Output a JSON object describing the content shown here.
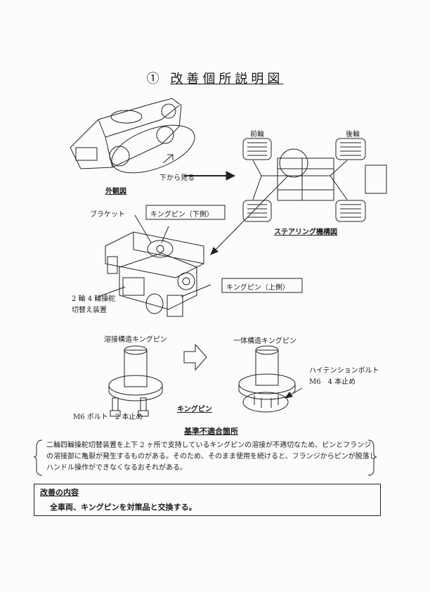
{
  "title": {
    "marker": "①",
    "text": "改善個所説明図"
  },
  "labels": {
    "exterior": "外観図",
    "view_from_below": "下から見る",
    "front_wheel": "前輪",
    "rear_wheel": "後輪",
    "steering_diagram": "ステアリング機構図",
    "bracket": "ブラケット",
    "kingpin_lower": "キングピン（下側）",
    "kingpin_upper": "キングピン（上側）",
    "switch_device_line1": "2 輪 4 輪操舵",
    "switch_device_line2": "切替え装置",
    "welded_kingpin": "溶接構造キングピン",
    "integral_kingpin": "一体構造キングピン",
    "m6_bolt": "M6 ボルト　2 本止め",
    "kingpin": "キングピン",
    "high_tension_bolt": "ハイテンションボルト",
    "m6_four": "M6　4 本止め"
  },
  "nonconformity": {
    "heading": "基準不適合箇所",
    "text": "二輪四輪操舵切替装置を上下 2 ヶ所で支持しているキングピンの溶接が不適切なため、ピンとフランジの溶接部に亀裂が発生するものがある。そのため、そのまま使用を続けると、フランジからピンが脱落しハンドル操作ができなくなるおそれがある。"
  },
  "improvement": {
    "heading": "改善の内容",
    "text": "全車両、キングピンを対策品と交換する。"
  }
}
